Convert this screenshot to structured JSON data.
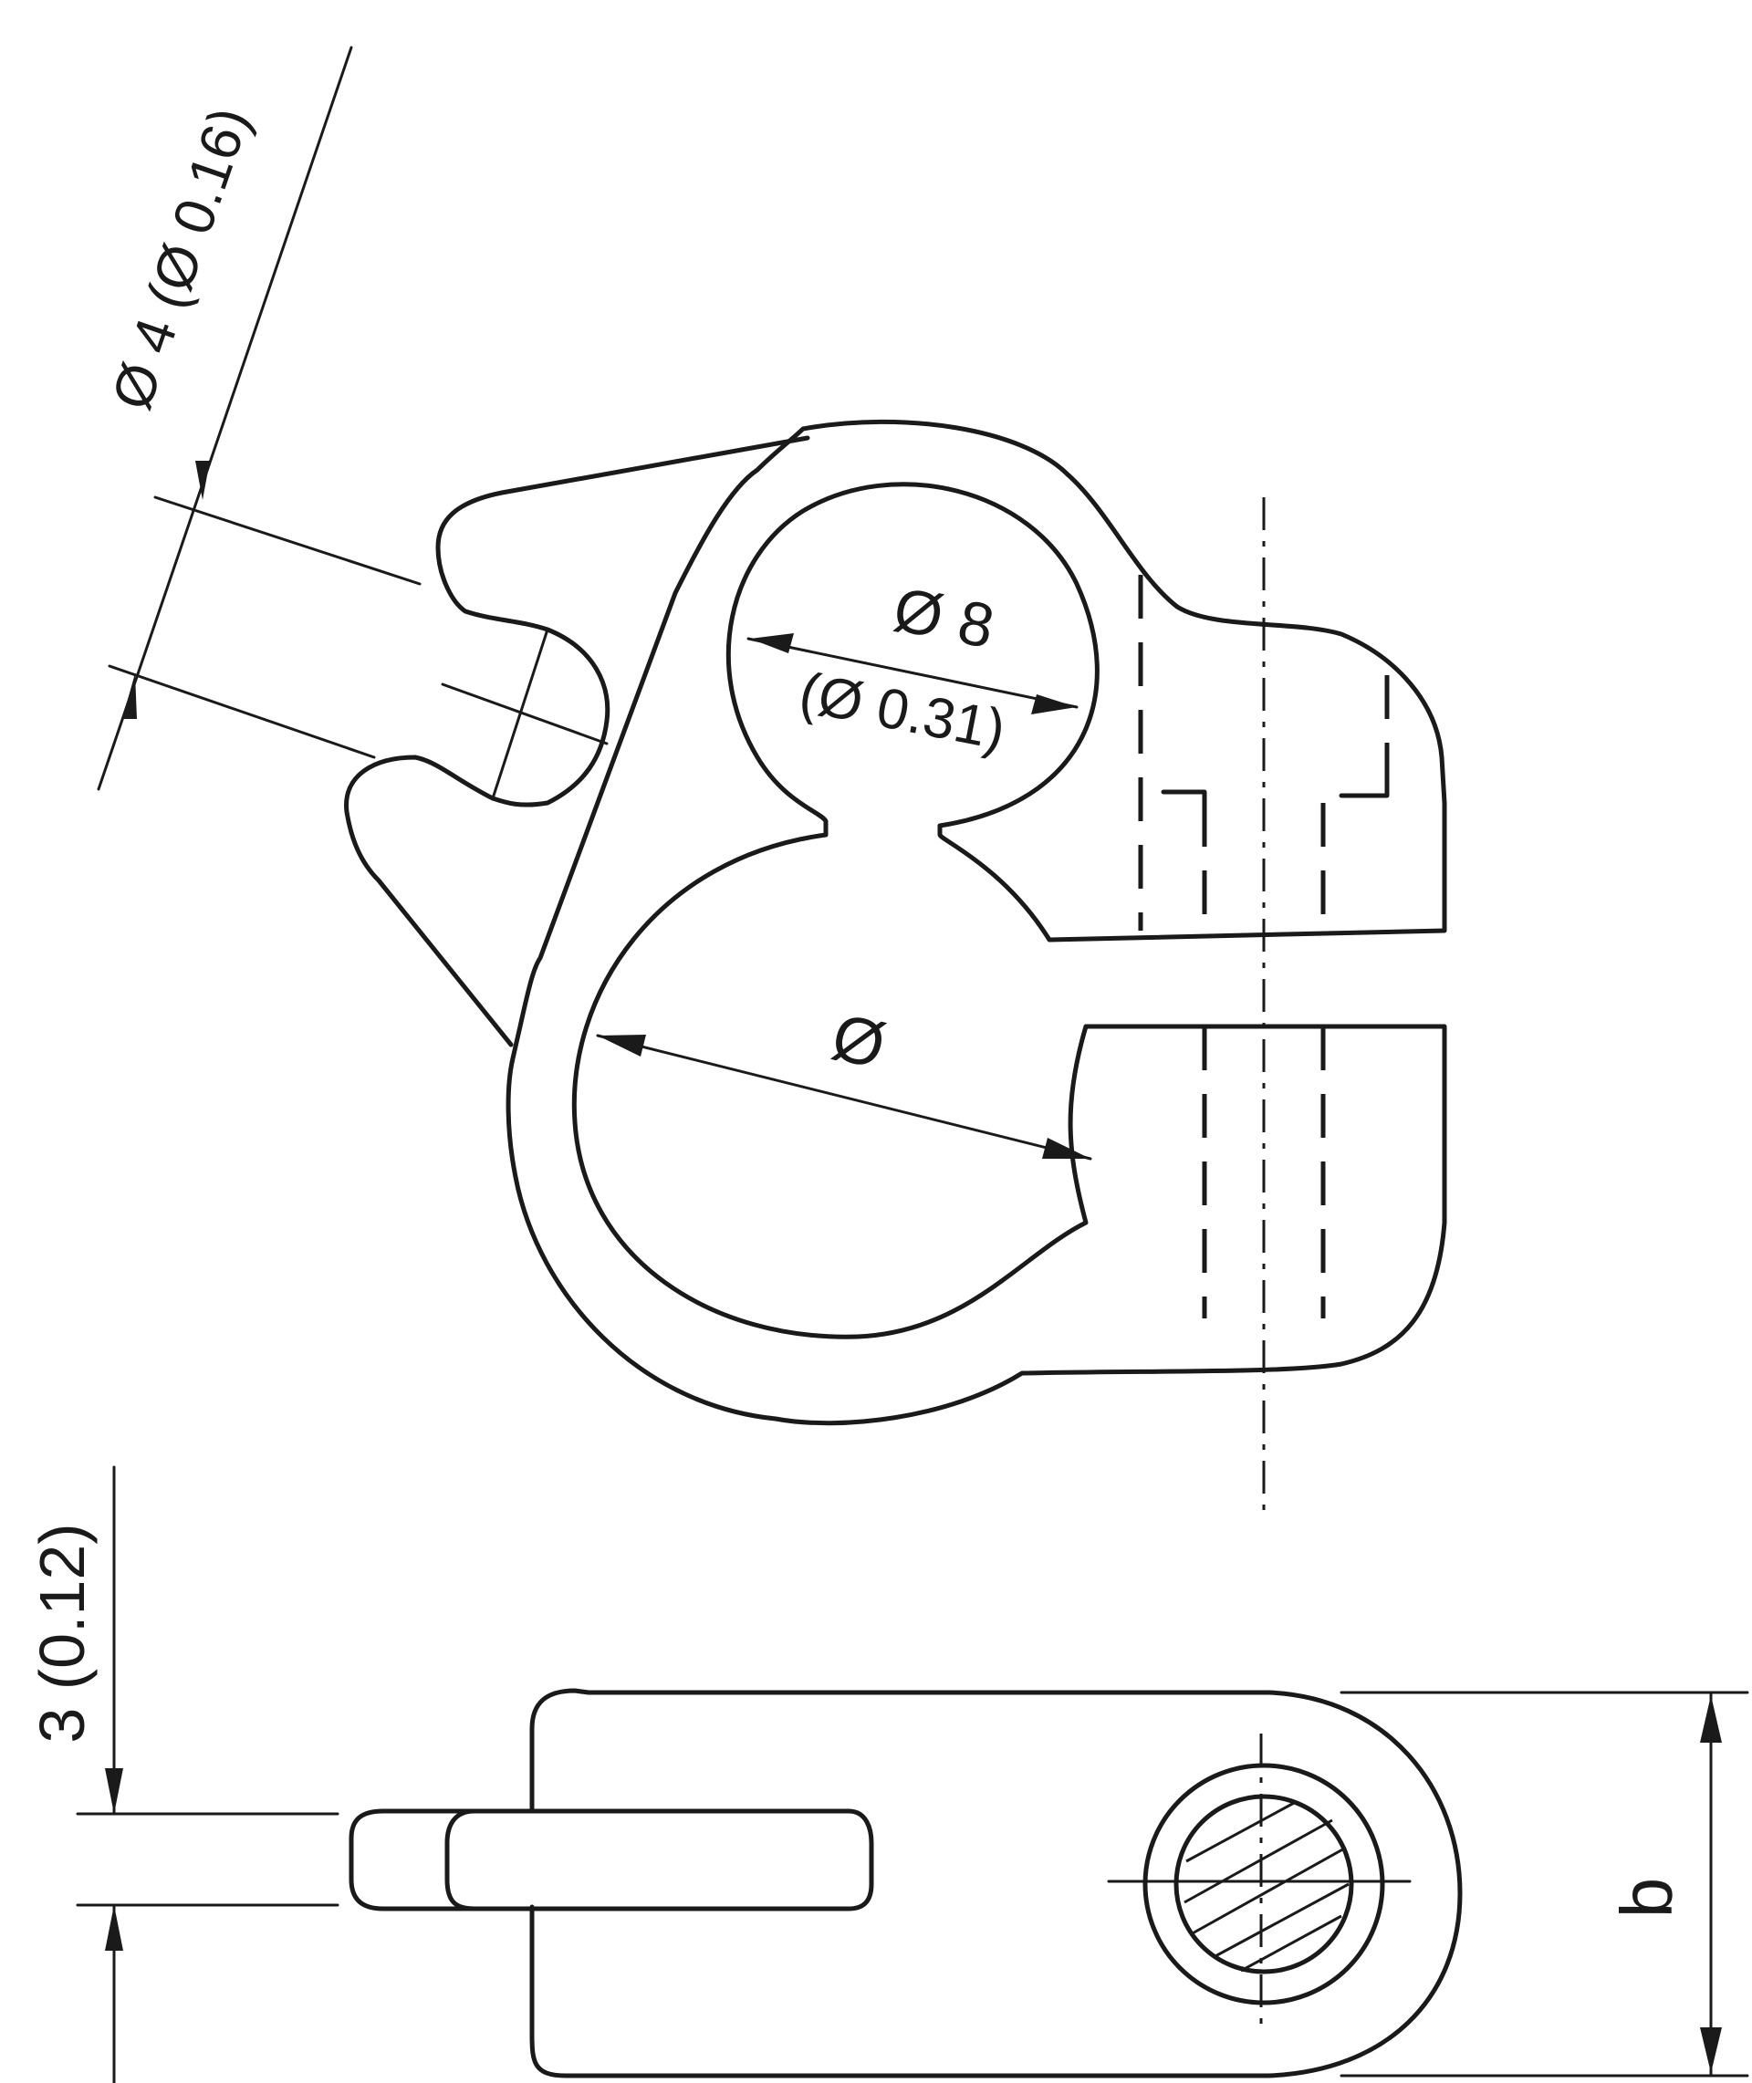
{
  "drawing": {
    "top_view": {
      "dim_pin_diameter": "Ø 4 (Ø 0.16)",
      "dim_hole_small_main": "Ø 8",
      "dim_hole_small_alt": "(Ø 0.31)",
      "dim_hole_large": "Ø"
    },
    "side_view": {
      "dim_thickness": "3 (0.12)",
      "dim_width": "b"
    }
  }
}
